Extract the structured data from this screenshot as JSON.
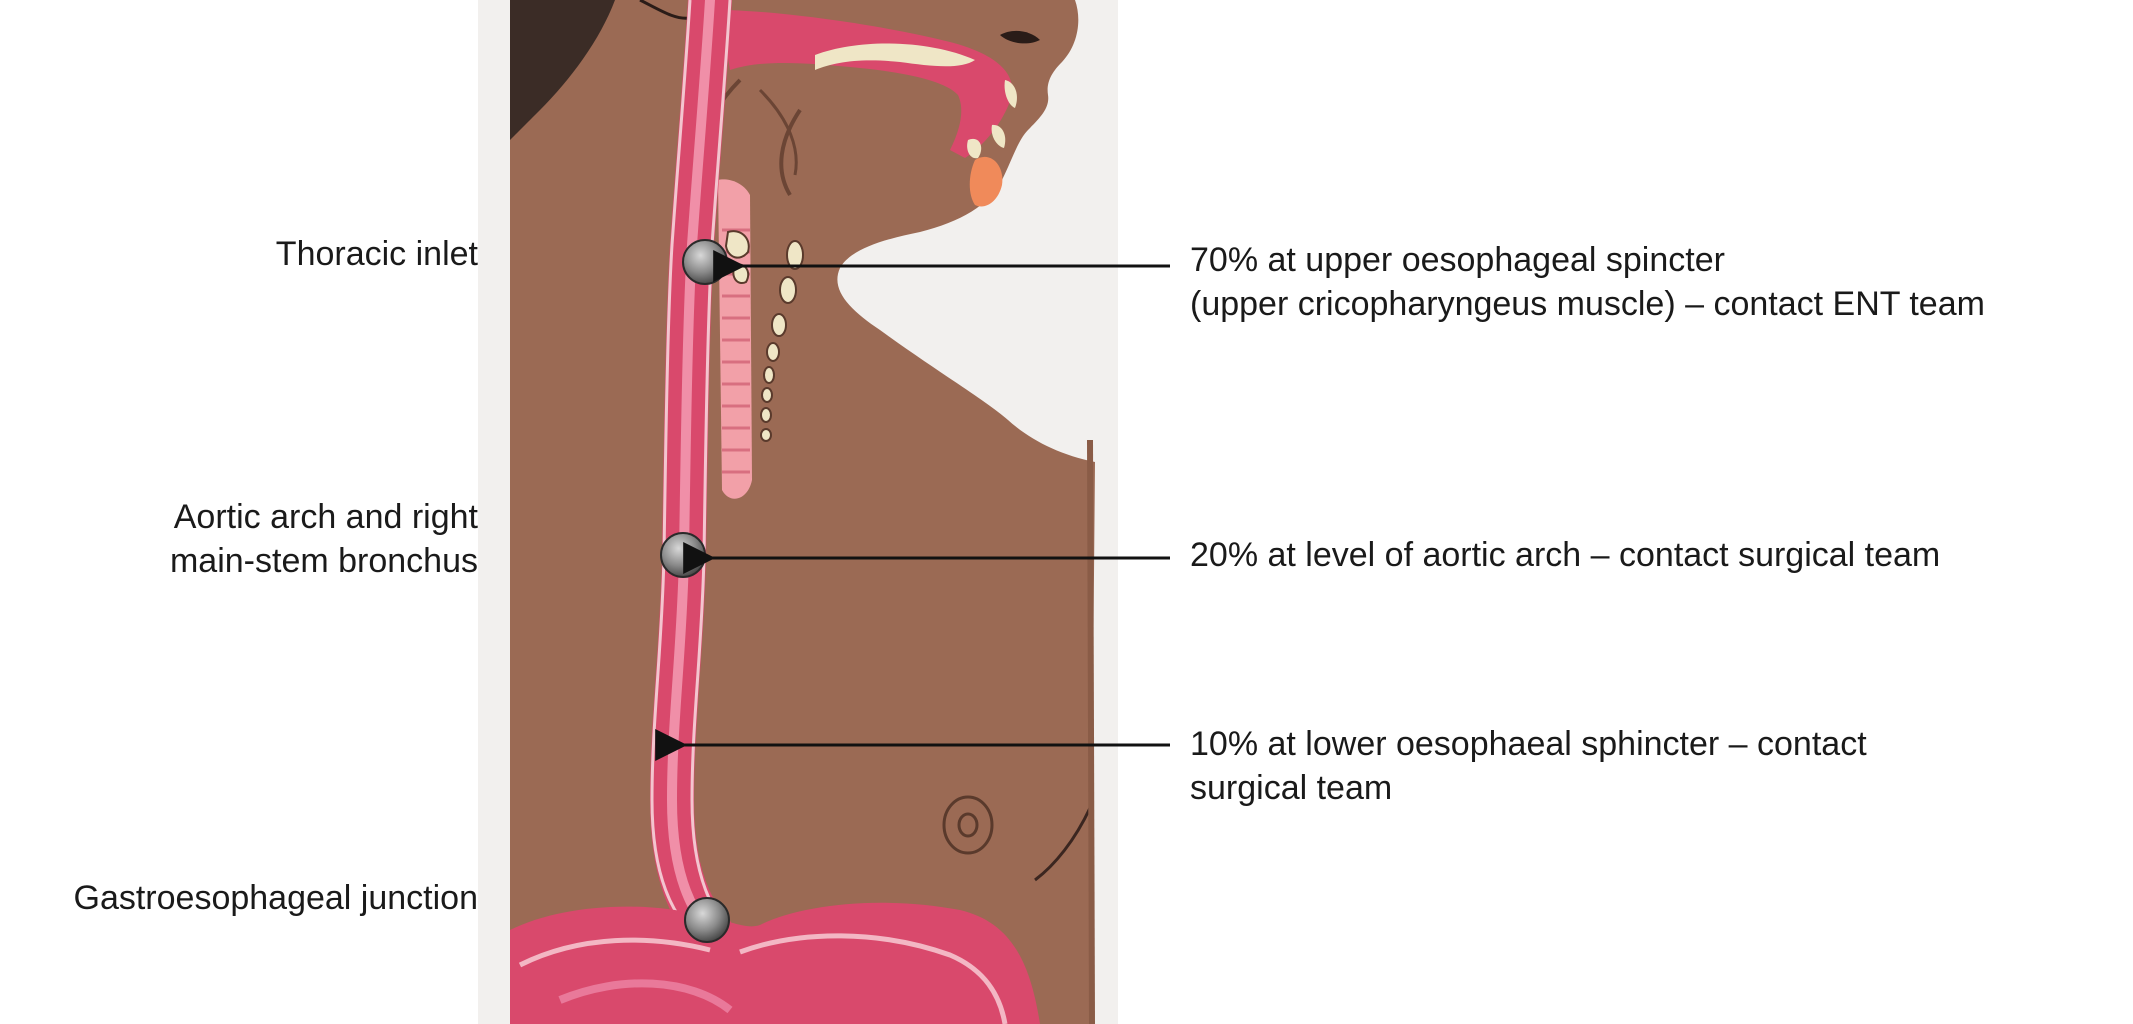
{
  "diagram": {
    "left_labels": [
      {
        "id": "thoracic-inlet",
        "lines": [
          "Thoracic inlet"
        ]
      },
      {
        "id": "aortic-arch",
        "lines": [
          "Aortic arch and right",
          "main-stem bronchus"
        ]
      },
      {
        "id": "gastroesophageal-junction",
        "lines": [
          "Gastroesophageal junction"
        ]
      }
    ],
    "annotations": [
      {
        "id": "upper",
        "lines": [
          "70% at upper oesophageal spincter",
          "(upper cricopharyngeus muscle) – contact ENT team"
        ]
      },
      {
        "id": "middle",
        "lines": [
          "20% at level of aortic arch – contact surgical team"
        ]
      },
      {
        "id": "lower",
        "lines": [
          "10% at lower oesophaeal sphincter – contact",
          "surgical team"
        ]
      }
    ],
    "colors": {
      "background": "#ffffff",
      "panel": "#f2f0ee",
      "skin": "#9b6a54",
      "skin_shadow": "#8a5c47",
      "hair": "#3b2c26",
      "tract": "#d9496c",
      "tract_light": "#f08fa8",
      "trachea": "#f2a0a8",
      "cartilage": "#efe6c6",
      "lips": "#f08a5a",
      "marker": "#888888",
      "arrow": "#111111"
    }
  }
}
